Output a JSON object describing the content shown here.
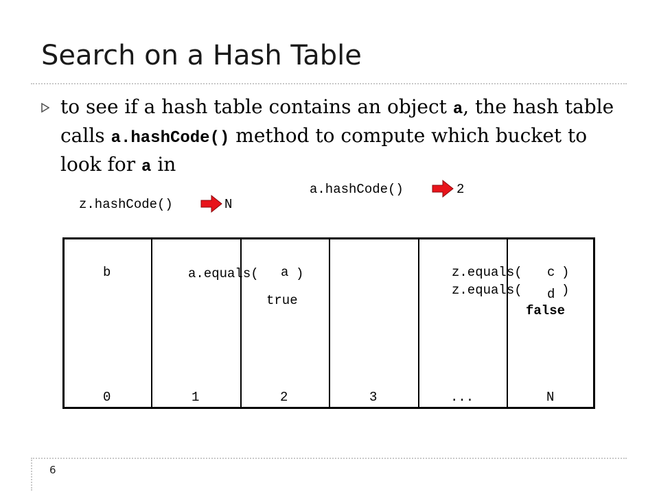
{
  "slide": {
    "title": "Search on a Hash Table",
    "page_number": "6"
  },
  "bullet": {
    "icon": "triangle-bullet-icon",
    "p1": "to see if a hash table contains an object ",
    "c1": "a",
    "p2": ", the hash table calls ",
    "c2": "a.hashCode()",
    "p3": " method to compute which bucket to look for ",
    "c3": "a",
    "p4": " in"
  },
  "hash_calls": {
    "a_call": "a.hashCode()",
    "a_result": "2",
    "z_call": "z.hashCode()",
    "z_result": "N",
    "arrow_color": "#e8141b"
  },
  "table": {
    "bucket_labels": [
      "0",
      "1",
      "2",
      "3",
      "...",
      "N"
    ],
    "bucket0_item": "b",
    "a_equals_prefix": "a.equals(",
    "a_equals_arg": "a",
    "a_equals_close": ")",
    "a_result": "true",
    "z_equals_prefix": "z.equals(",
    "z_arg1": "c",
    "z_arg2": "d",
    "z_close": ")",
    "z_result": "false"
  }
}
